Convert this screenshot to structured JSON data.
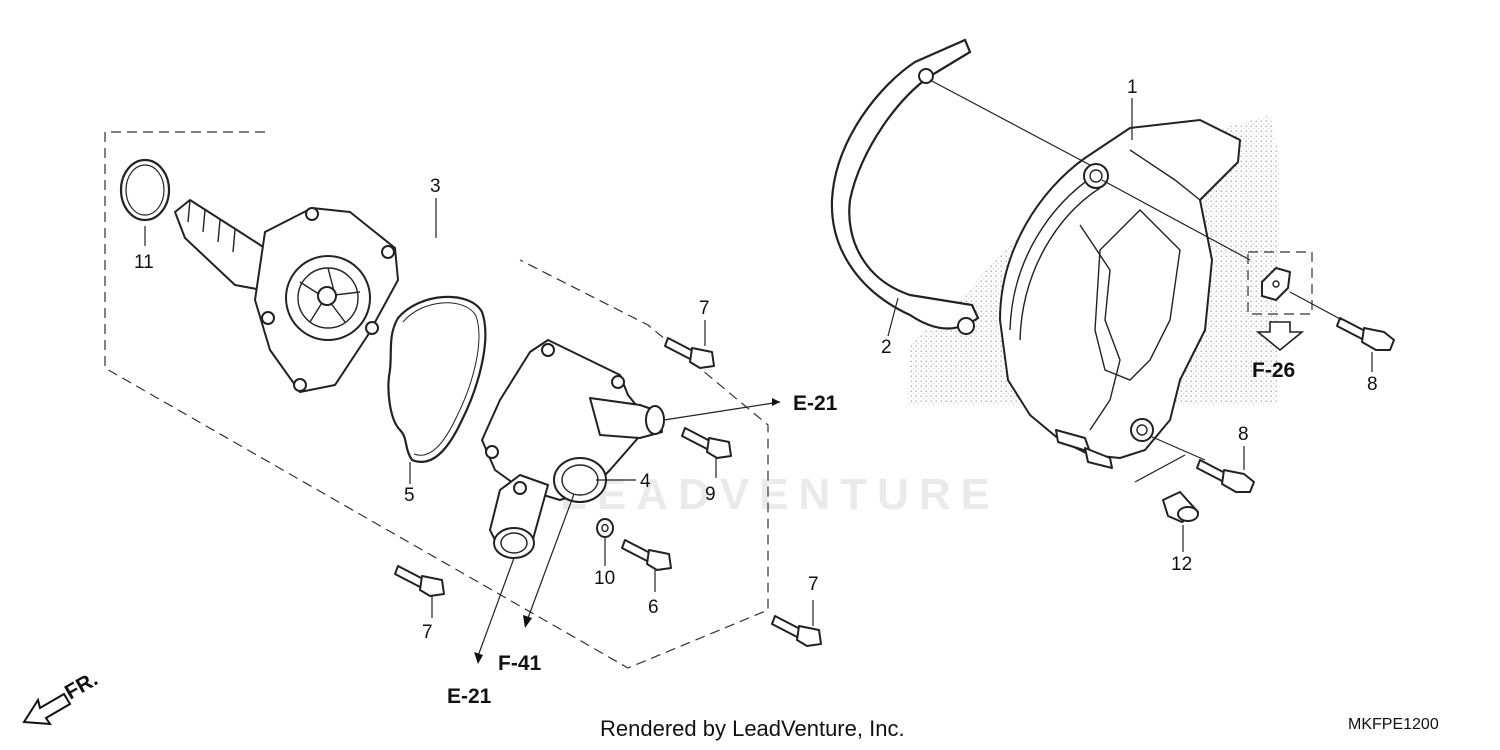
{
  "diagram": {
    "callouts": {
      "c1": "1",
      "c2": "2",
      "c3": "3",
      "c4": "4",
      "c5": "5",
      "c6": "6",
      "c7a": "7",
      "c7b": "7",
      "c7c": "7",
      "c8a": "8",
      "c8b": "8",
      "c9": "9",
      "c10": "10",
      "c11": "11",
      "c12": "12"
    },
    "refs": {
      "e21_right": "E-21",
      "e21_bottom": "E-21",
      "f41": "F-41",
      "f26": "F-26",
      "fr": "FR."
    }
  },
  "footer": {
    "credit": "Rendered by LeadVenture, Inc.",
    "code": "MKFPE1200"
  },
  "watermark": {
    "text": "LEADVENTURE"
  }
}
